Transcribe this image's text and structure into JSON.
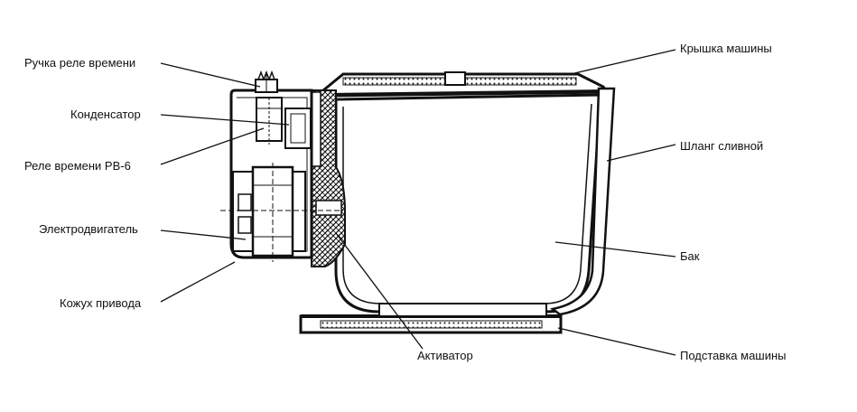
{
  "labels": {
    "timer_knob": "Ручка реле времени",
    "capacitor": "Конденсатор",
    "timer_relay": "Реле времени РВ-6",
    "motor": "Электродвигатель",
    "drive_casing": "Кожух привода",
    "activator": "Активатор",
    "lid": "Крышка машины",
    "drain_hose": "Шланг сливной",
    "tank": "Бак",
    "stand": "Подставка машины"
  }
}
